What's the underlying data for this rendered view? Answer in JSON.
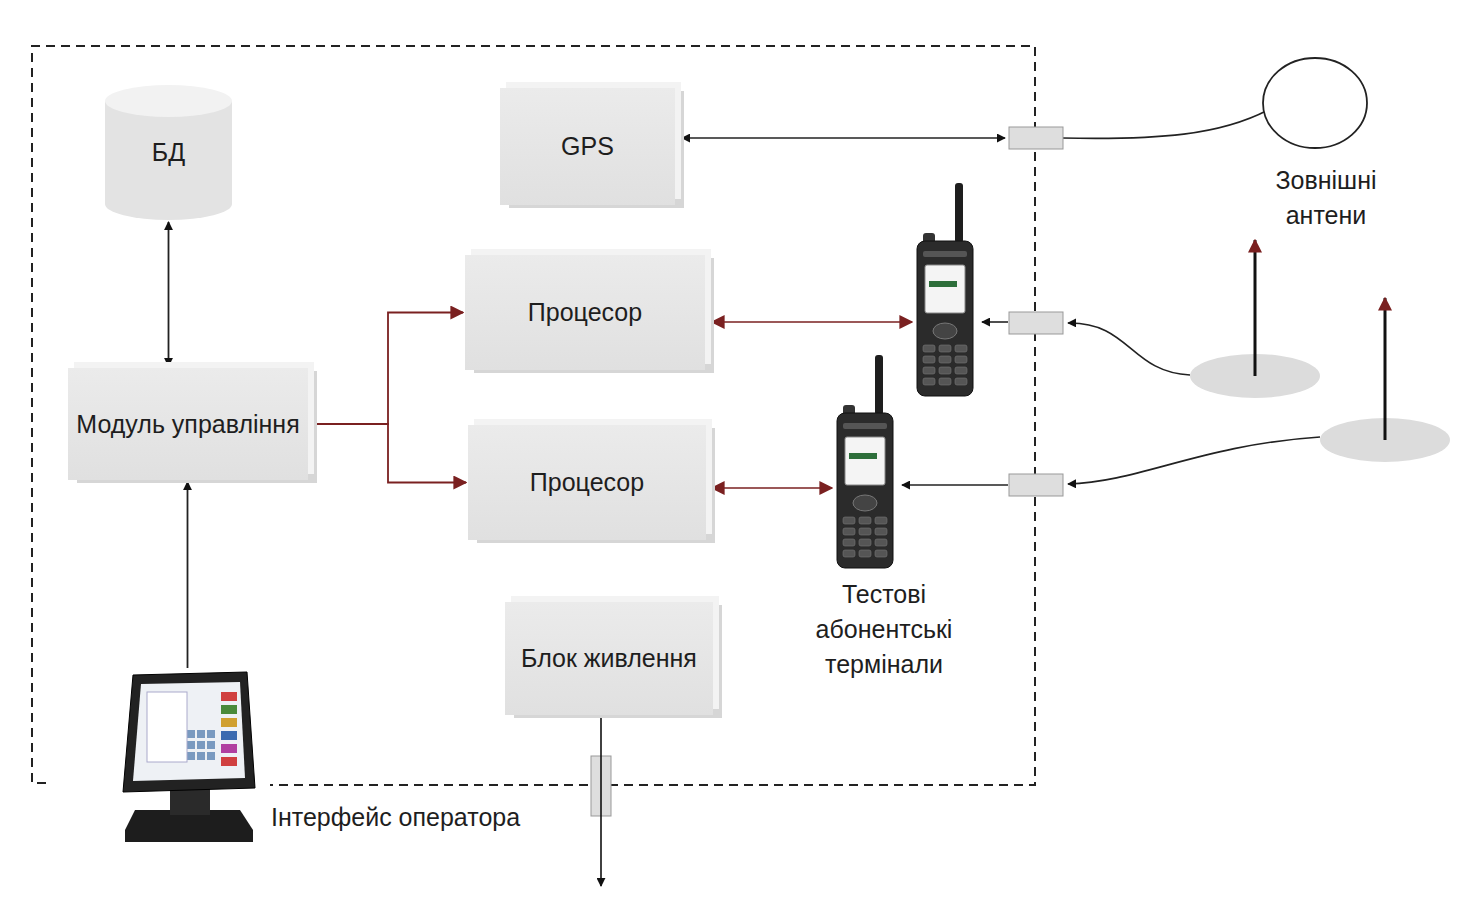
{
  "diagram": {
    "nodes": [
      {
        "text": [
          "БД"
        ]
      },
      {
        "text": [
          "GPS"
        ]
      },
      {
        "text": [
          "Процесор"
        ]
      },
      {
        "text": [
          "Модуль управління"
        ]
      },
      {
        "text": [
          "Процесор"
        ]
      },
      {
        "text": [
          "Блок живлення"
        ]
      },
      {
        "text": [
          "Інтерфейс оператора"
        ]
      }
    ],
    "edges": [
      {
        "from": 0,
        "to": 3,
        "arrow": "both"
      },
      {
        "from": 6,
        "to": 3,
        "arrow": "to"
      },
      {
        "from": 3,
        "to": 2,
        "arrow": "to"
      },
      {
        "from": 3,
        "to": 4,
        "arrow": "to"
      }
    ],
    "labels": [
      "Зовнішні антени",
      "Тестові абонентські термінали"
    ]
  }
}
